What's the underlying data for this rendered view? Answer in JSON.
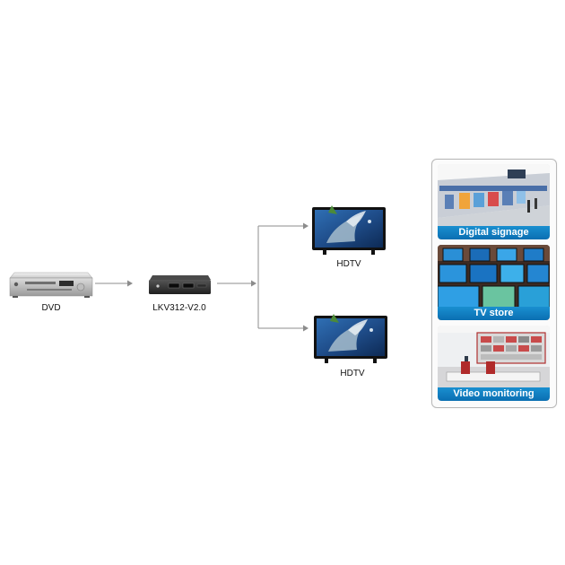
{
  "diagram": {
    "devices": {
      "dvd_label": "DVD",
      "switch_label": "LKV312-V2.0",
      "hdtv_top_label": "HDTV",
      "hdtv_bottom_label": "HDTV"
    },
    "applications": [
      {
        "caption": "Digital signage"
      },
      {
        "caption": "TV store"
      },
      {
        "caption": "Video monitoring"
      }
    ]
  },
  "colors": {
    "arrow": "#8c8c8c",
    "caption_bar": "#0f7cc0",
    "tv_screen": "#1f4d8a"
  },
  "icons": [
    "dvd-player-icon",
    "hdmi-splitter-icon",
    "hdtv-icon"
  ]
}
